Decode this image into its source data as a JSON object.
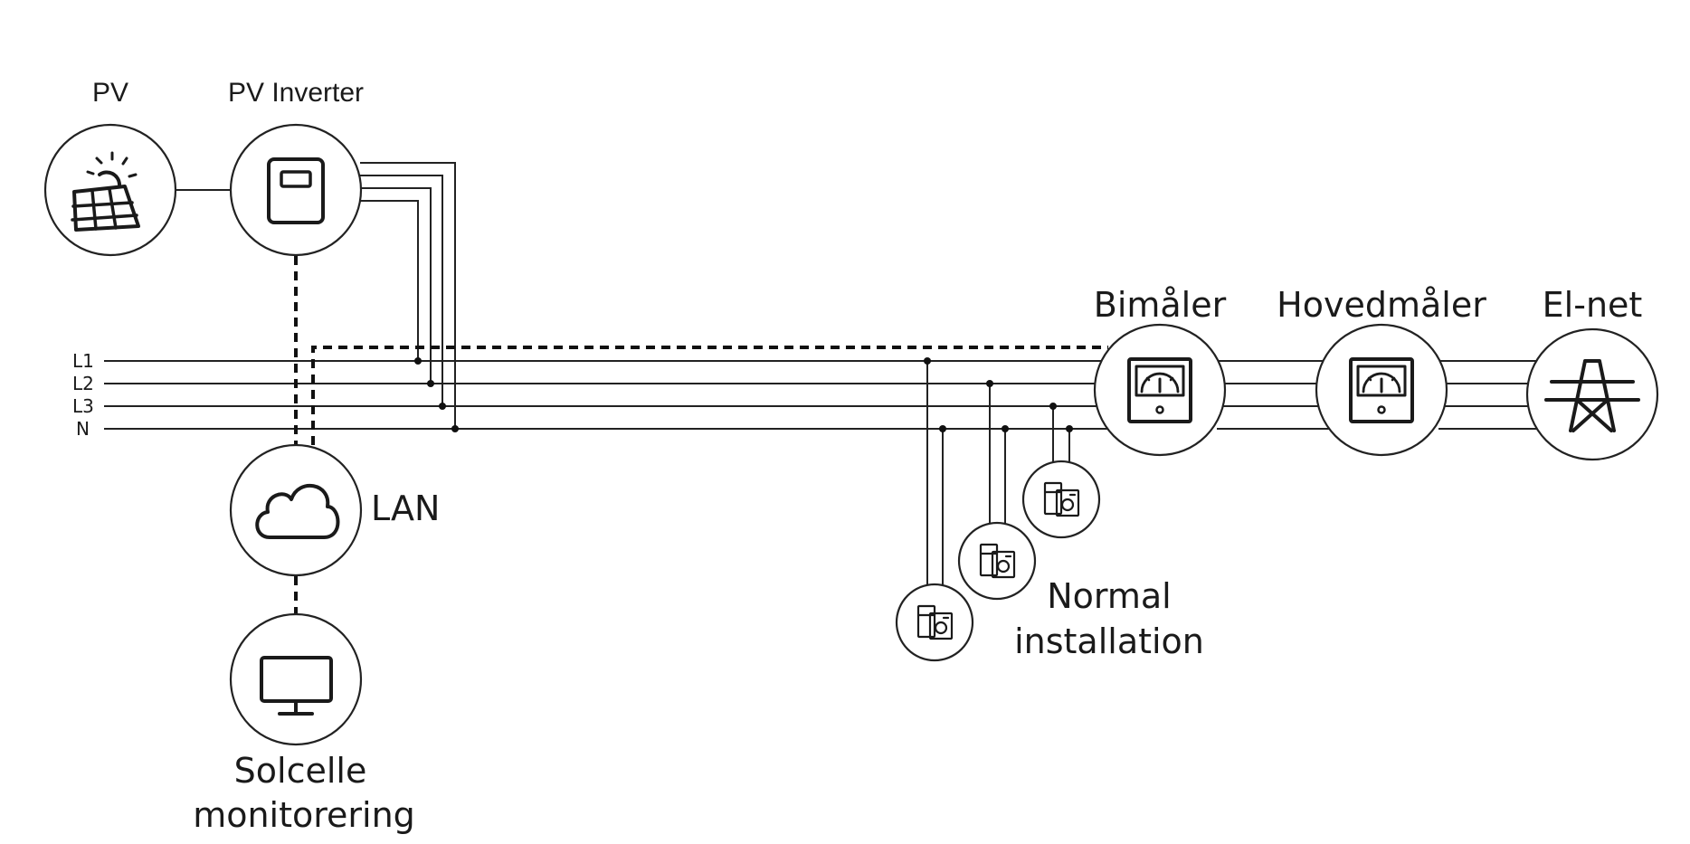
{
  "labels": {
    "pv": "PV",
    "pv_inverter": "PV Inverter",
    "lan": "LAN",
    "monitoring_line1": "Solcelle",
    "monitoring_line2": "monitorering",
    "bimaler": "Bimåler",
    "hovedmaler": "Hovedmåler",
    "elnet": "El-net",
    "normal_line1": "Normal",
    "normal_line2": "installation"
  },
  "bus": {
    "lines": [
      "L1",
      "L2",
      "L3",
      "N"
    ]
  },
  "icons": {
    "pv": "solar-panel-icon",
    "inverter": "inverter-icon",
    "lan": "cloud-icon",
    "monitoring": "monitor-icon",
    "meter": "meter-icon",
    "grid": "power-pylon-icon",
    "appliance": "appliance-icon"
  },
  "colors": {
    "line": "#222222",
    "background": "#ffffff"
  }
}
